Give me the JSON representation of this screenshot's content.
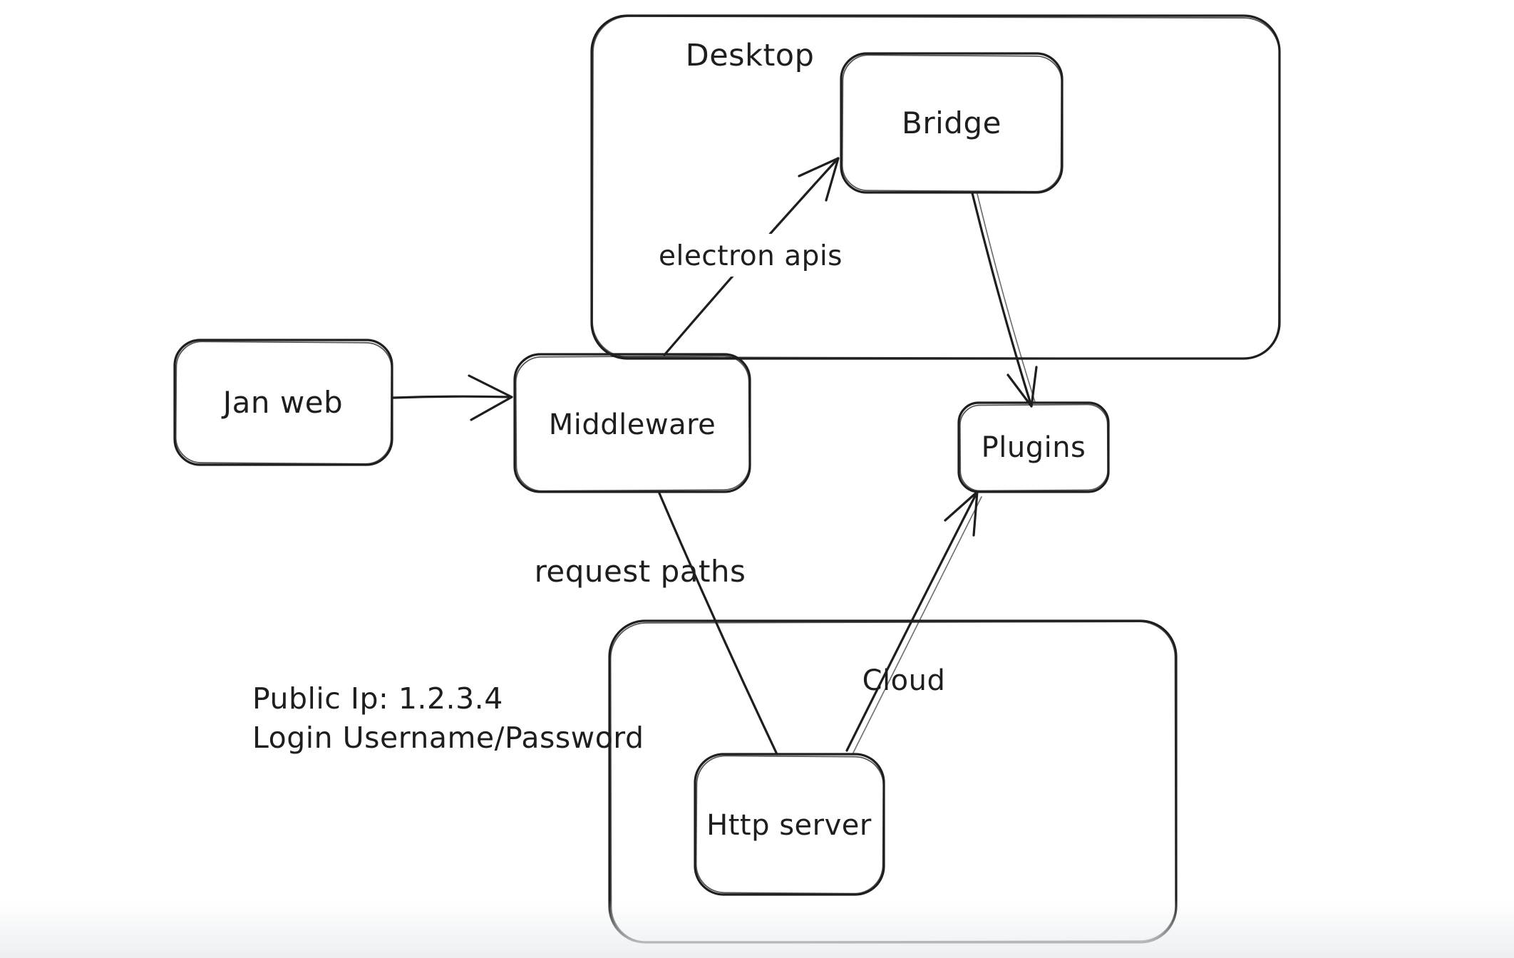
{
  "colors": {
    "ink": "#1e1e1e",
    "background": "#ffffff",
    "canvas_bottom_fade": "#edeff1"
  },
  "containers": {
    "desktop": {
      "label": "Desktop"
    },
    "cloud": {
      "label": "Cloud"
    }
  },
  "nodes": {
    "jan_web": {
      "label": "Jan web"
    },
    "middleware": {
      "label": "Middleware"
    },
    "bridge": {
      "label": "Bridge"
    },
    "plugins": {
      "label": "Plugins"
    },
    "http_server": {
      "label": "Http server"
    }
  },
  "edges": {
    "middleware_to_bridge": {
      "label": "electron apis"
    },
    "middleware_to_http_server": {
      "label": "request paths"
    },
    "jan_web_to_middleware": {
      "label": ""
    },
    "bridge_to_plugins": {
      "label": ""
    },
    "http_server_to_plugins": {
      "label": ""
    }
  },
  "note": {
    "line1": "Public Ip: 1.2.3.4",
    "line2": "Login Username/Password"
  }
}
